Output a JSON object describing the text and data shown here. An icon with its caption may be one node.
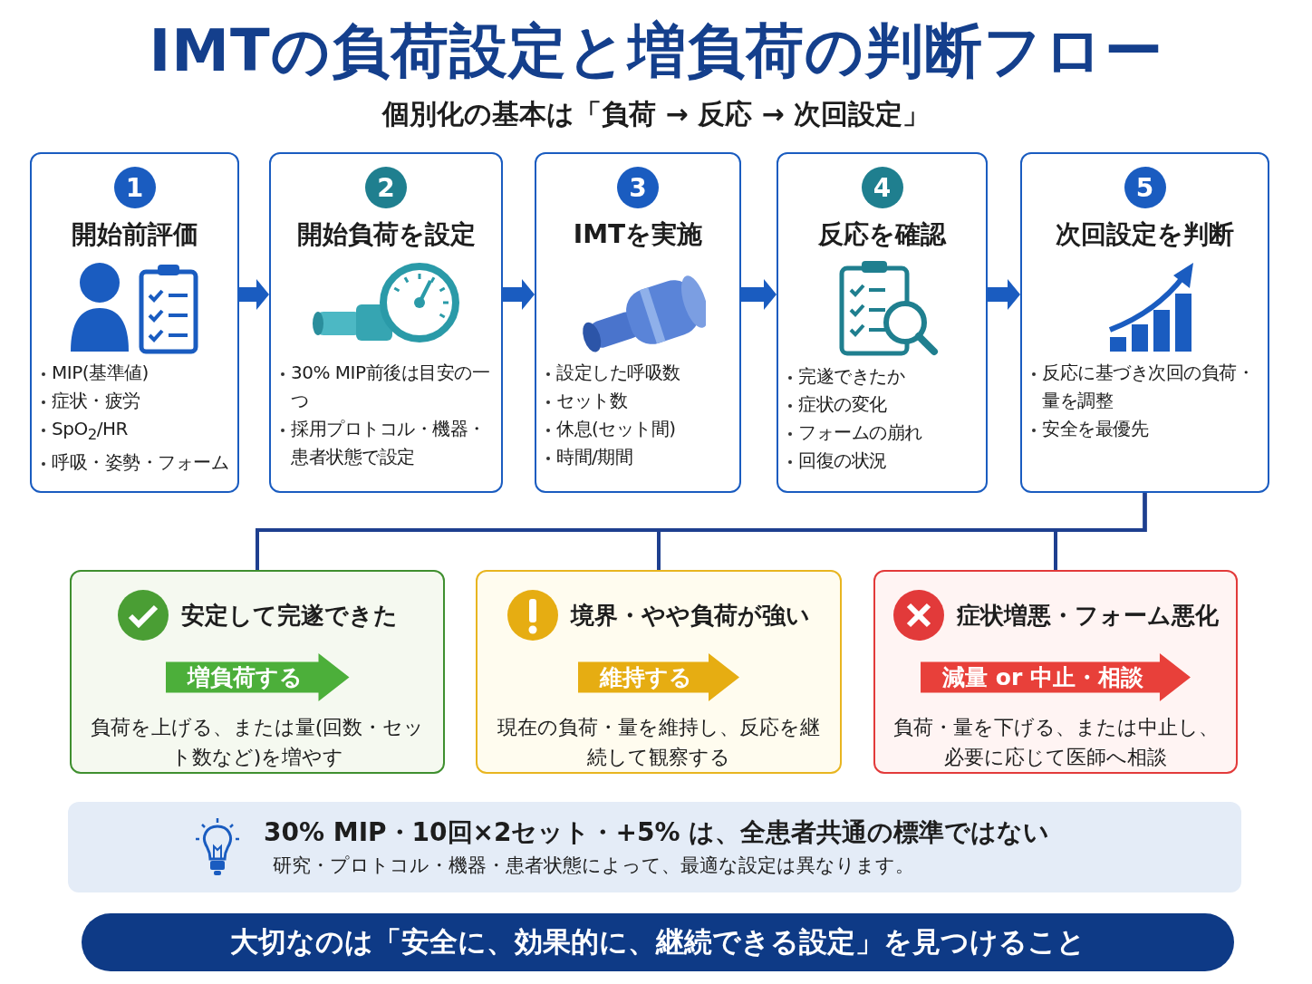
{
  "diagram": {
    "title": "IMTの負荷設定と増負荷の判断フロー",
    "nodes": [
      {
        "text": [
          "1",
          "開始前評価",
          "MIP(基準値)",
          "症状・疲労",
          "SpO$_{2}$/HR",
          "呼吸・姿勢・フォーム"
        ]
      },
      {
        "text": [
          "2",
          "開始負荷を設定",
          "30% MIP前後は目安の一つ",
          "採用プロトコル・機器・患者状態で設定"
        ]
      },
      {
        "text": [
          "3",
          "IMTを実施",
          "設定した呼吸数",
          "セット数",
          "休息(セット間)",
          "時間/期間"
        ]
      },
      {
        "text": [
          "4",
          "反応を確認",
          "完遂できたか",
          "症状の変化",
          "フォームの崩れ",
          "回復の状況"
        ]
      },
      {
        "text": [
          "5",
          "次回設定を判断",
          "反応に基づき次回の負荷・量を調整",
          "安全を最優先"
        ]
      },
      {
        "text": [
          "安定して完遂できた",
          "負荷を上げる、または量(回数・セット数など)を増やす"
        ]
      },
      {
        "text": [
          "増負荷する"
        ],
        "in": 5
      },
      {
        "text": [
          "境界・やや負荷が強い",
          "現在の負荷・量を維持し、反応を継続して観察する"
        ]
      },
      {
        "text": [
          "維持する"
        ],
        "in": 7
      },
      {
        "text": [
          "症状増悪・フォーム悪化",
          "負荷・量を下げる、または中止し、必要に応じて医師へ相談"
        ]
      },
      {
        "text": [
          "減量 or 中止・相談"
        ],
        "in": 9
      },
      {
        "text": [
          "30% MIP・10回×2セット・+5% は、全患者共通の標準ではない",
          "研究・プロトコル・機器・患者状態によって、最適な設定は異なります。"
        ]
      },
      {
        "text": [
          "大切なのは「安全に、効果的に、継続できる設定」を見つけること"
        ]
      }
    ],
    "edges": [
      {
        "from": 0,
        "to": 1,
        "arrow": "to"
      },
      {
        "from": 1,
        "to": 2,
        "arrow": "to"
      },
      {
        "from": 2,
        "to": 3,
        "arrow": "to"
      },
      {
        "from": 3,
        "to": 4,
        "arrow": "to"
      },
      {
        "from": 4,
        "to": 5,
        "arrow": "none",
        "color": "#1e3f8f"
      },
      {
        "from": 4,
        "to": 7,
        "arrow": "none",
        "color": "#1e3f8f"
      },
      {
        "from": 4,
        "to": 9,
        "arrow": "none",
        "color": "#1e3f8f"
      }
    ],
    "labels": [
      "個別化の基本は「負荷 → 反応 → 次回設定」"
    ]
  }
}
